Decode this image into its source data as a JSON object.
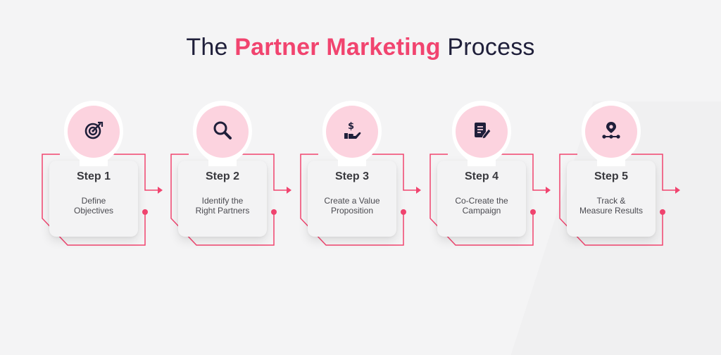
{
  "title": {
    "prefix": "The",
    "highlight": "Partner Marketing",
    "suffix": "Process"
  },
  "colors": {
    "accent": "#f1446f",
    "bubble_fill": "#fcd3df",
    "icon": "#1f1f3a",
    "card": "#f3f3f4"
  },
  "steps": [
    {
      "label": "Step 1",
      "desc_line1": "Define",
      "desc_line2": "Objectives",
      "icon": "target-icon"
    },
    {
      "label": "Step 2",
      "desc_line1": "Identify the",
      "desc_line2": "Right Partners",
      "icon": "search-icon"
    },
    {
      "label": "Step 3",
      "desc_line1": "Create a Value",
      "desc_line2": "Proposition",
      "icon": "money-hand-icon"
    },
    {
      "label": "Step 4",
      "desc_line1": "Co-Create the",
      "desc_line2": "Campaign",
      "icon": "document-edit-icon"
    },
    {
      "label": "Step 5",
      "desc_line1": "Track &",
      "desc_line2": "Measure Results",
      "icon": "location-route-icon"
    }
  ]
}
